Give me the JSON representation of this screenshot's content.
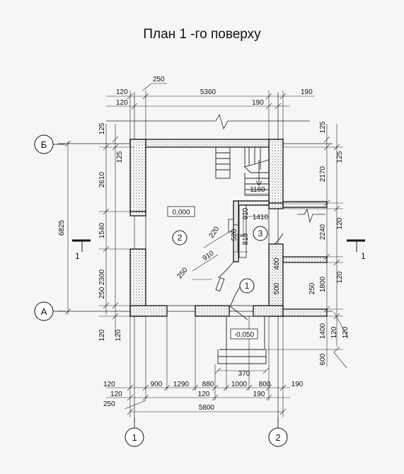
{
  "title": "План 1 -го поверху",
  "axes": {
    "rows": [
      "Б",
      "А"
    ],
    "cols": [
      "1",
      "2"
    ]
  },
  "section_mark": {
    "left": "1",
    "right": "1"
  },
  "rooms": [
    "1",
    "2",
    "3"
  ],
  "levels": {
    "floor": "0,000",
    "porch": "-0,050"
  },
  "dims": {
    "top_overall": "5360",
    "top_120a": "120",
    "top_120b": "120",
    "top_250": "250",
    "top_190a": "190",
    "top_190b": "190",
    "bottom_overall": "5800",
    "bottom_120a": "120",
    "bottom_120b": "120",
    "bottom_120c": "120",
    "bottom_250": "250",
    "bottom_900": "900",
    "bottom_1290": "1290",
    "bottom_880": "880",
    "bottom_1000": "1000",
    "bottom_800": "800",
    "bottom_190a": "190",
    "bottom_190b": "190",
    "bottom_370": "370",
    "left_overall": "6825",
    "left_125a": "125",
    "left_125b": "125",
    "left_2610": "2610",
    "left_1540": "1540",
    "left_2300": "2300",
    "left_250": "250",
    "left_120a": "120",
    "left_120b": "120",
    "right_125a": "125",
    "right_125b": "125",
    "right_2170": "2170",
    "right_120a": "120",
    "right_2240": "2240",
    "right_120b": "120",
    "right_250": "250",
    "right_1800": "1800",
    "right_1400": "1400",
    "right_120c": "120",
    "right_120d": "120",
    "right_600": "600",
    "in_1160": "1160",
    "in_1410": "1410",
    "in_910a": "910",
    "in_910b": "910",
    "in_810": "810",
    "in_520": "520",
    "in_220": "220",
    "in_250": "250",
    "in_400": "400",
    "in_500": "500"
  }
}
